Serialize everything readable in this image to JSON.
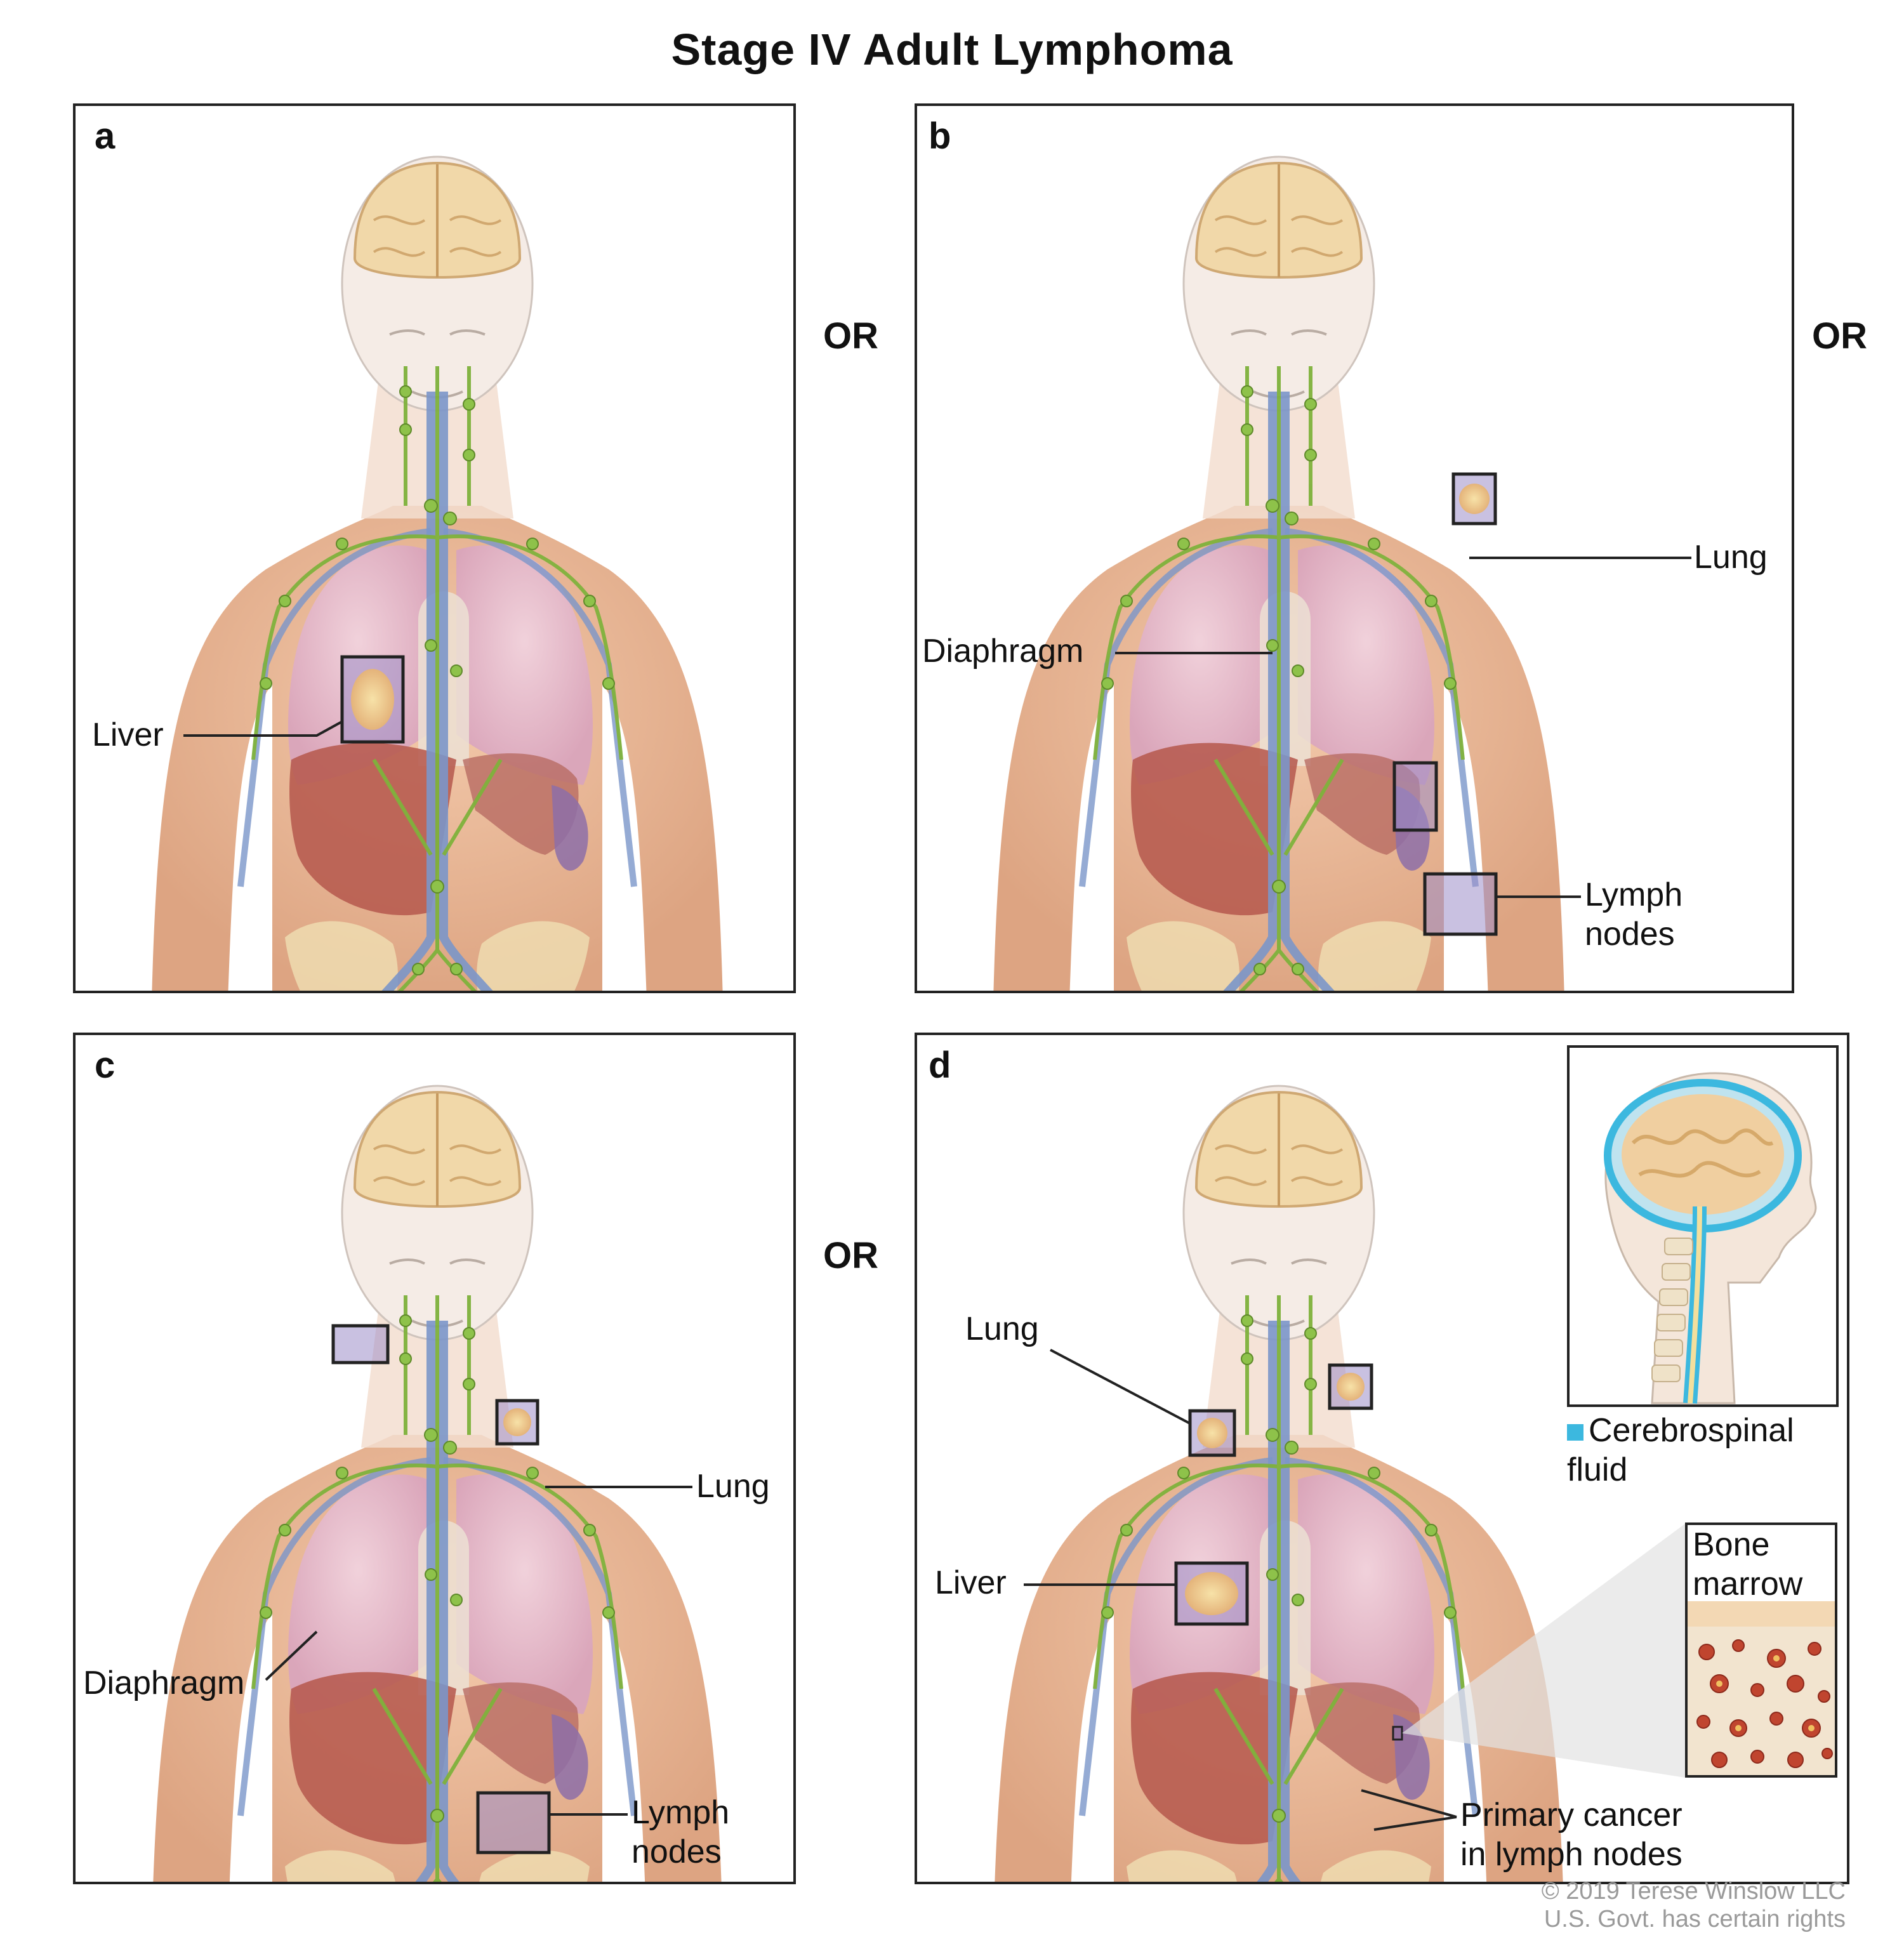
{
  "title": "Stage IV Adult Lymphoma",
  "or_label": "OR",
  "panels": {
    "a": {
      "letter": "a",
      "labels": {
        "liver": "Liver"
      }
    },
    "b": {
      "letter": "b",
      "labels": {
        "lung": "Lung",
        "diaphragm": "Diaphragm",
        "lymph_nodes": "Lymph\nnodes"
      }
    },
    "c": {
      "letter": "c",
      "labels": {
        "lung": "Lung",
        "diaphragm": "Diaphragm",
        "lymph_nodes": "Lymph\nnodes"
      }
    },
    "d": {
      "letter": "d",
      "labels": {
        "lung": "Lung",
        "liver": "Liver",
        "csf": "Cerebrospinal\nfluid",
        "bone_marrow": "Bone\nmarrow",
        "primary": "Primary cancer\nin lymph nodes"
      }
    }
  },
  "colors": {
    "csf": "#3cb8df",
    "lymph": "#7fb23c",
    "skin": "#e9b08c",
    "lung": "#e6b9cf",
    "liver": "#b65a4e"
  },
  "copyright": {
    "line1": "© 2019 Terese Winslow LLC",
    "line2": "U.S. Govt. has certain rights"
  }
}
